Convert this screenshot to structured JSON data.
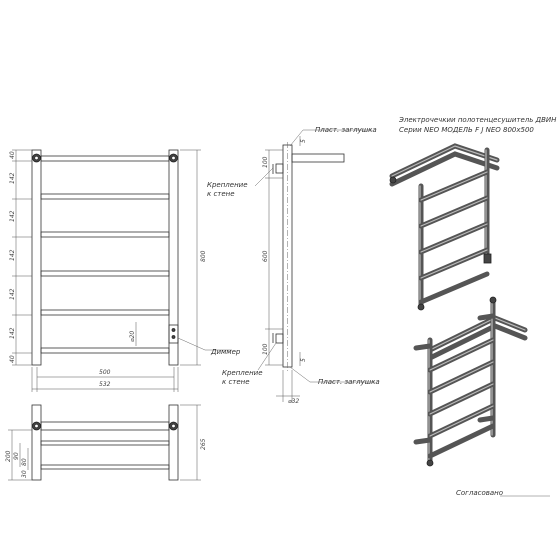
{
  "title": {
    "line1": "Электрочечкии полотенцесушитель ДВИН",
    "line2": "Серии NEO МОДЕЛЬ F J NEO 800х500"
  },
  "front": {
    "dim_segments": [
      "40",
      "142",
      "142",
      "142",
      "142",
      "142",
      "40"
    ],
    "dim_total_height": "800",
    "dim_width_inner": "500",
    "dim_width_outer": "532",
    "dim_tube": "⌀20",
    "label_dimmer": "Диммер"
  },
  "side": {
    "label_plug_top": "Пласт. заглушка",
    "label_mount_top_1": "Крепление",
    "label_mount_top_2": "к стене",
    "label_mount_bottom_1": "Крепление",
    "label_mount_bottom_2": "к стене",
    "label_plug_bottom": "Пласт. заглушка",
    "dim_top": "100",
    "dim_mid": "600",
    "dim_bottom": "100",
    "dim_5_top": "5",
    "dim_5_bottom": "5",
    "dim_diam": "⌀32"
  },
  "top_view": {
    "dim_200": "200",
    "dim_90": "90",
    "dim_80": "80",
    "dim_30": "30",
    "dim_265": "265"
  },
  "approval": "Согласовано"
}
